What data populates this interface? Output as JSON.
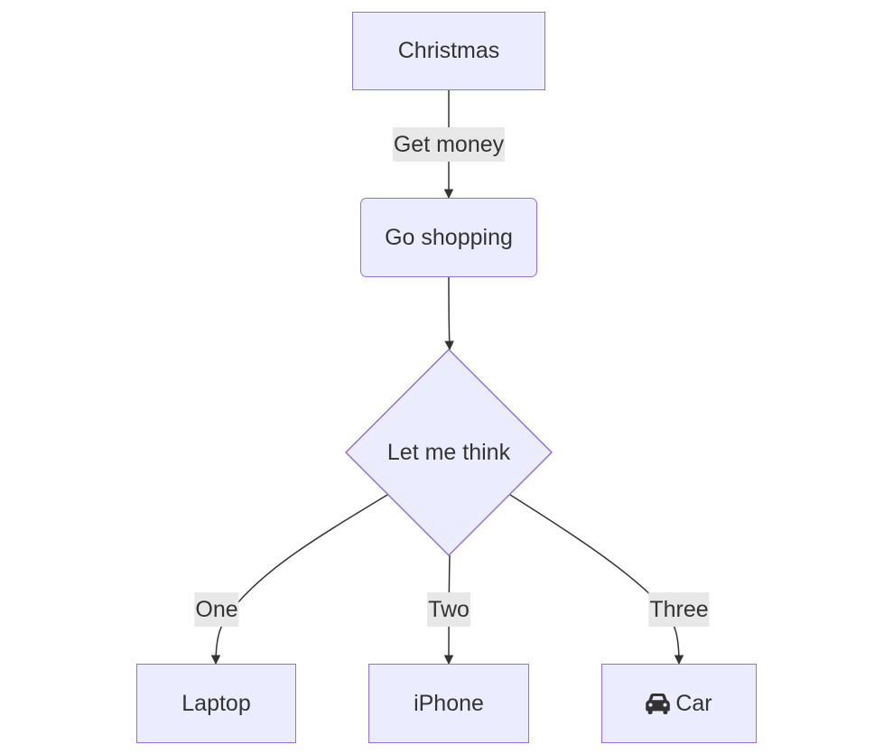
{
  "diagram": {
    "nodes": {
      "christmas": {
        "label": "Christmas"
      },
      "shopping": {
        "label": "Go shopping"
      },
      "decision": {
        "label": "Let me think"
      },
      "laptop": {
        "label": "Laptop"
      },
      "iphone": {
        "label": "iPhone"
      },
      "car": {
        "label": "Car",
        "icon": "car-icon"
      }
    },
    "edges": {
      "christmas_shopping": {
        "label": "Get money"
      },
      "shopping_decision": {
        "label": ""
      },
      "decision_laptop": {
        "label": "One"
      },
      "decision_iphone": {
        "label": "Two"
      },
      "decision_car": {
        "label": "Three"
      }
    },
    "colors": {
      "node_fill": "#ECECFF",
      "node_stroke": "#9370DB",
      "edge": "#333333",
      "edge_label_bg": "#E8E8E8",
      "text": "#333333"
    }
  }
}
